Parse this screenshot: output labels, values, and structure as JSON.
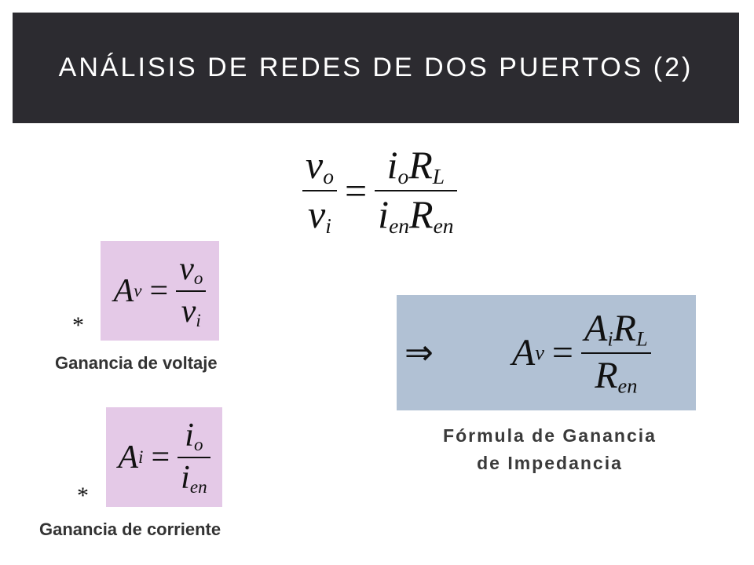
{
  "slide": {
    "title": "ANÁLISIS DE REDES DE DOS PUERTOS (2)",
    "colors": {
      "title_bar": "#2c2b30",
      "pink_box": "#e4c9e7",
      "blue_box": "#b1c1d4"
    }
  },
  "main_equation": {
    "lhs_num": "v",
    "lhs_num_sub": "o",
    "lhs_den": "v",
    "lhs_den_sub": "i",
    "equals": "=",
    "rhs_num_a": "i",
    "rhs_num_a_sub": "o",
    "rhs_num_b": "R",
    "rhs_num_b_sub": "L",
    "rhs_den_a": "i",
    "rhs_den_a_sub": "en",
    "rhs_den_b": "R",
    "rhs_den_b_sub": "en"
  },
  "voltage_gain": {
    "bullet": "*",
    "symbol": "A",
    "symbol_sub": "v",
    "equals": "=",
    "num": "v",
    "num_sub": "o",
    "den": "v",
    "den_sub": "i",
    "label": "Ganancia de voltaje"
  },
  "current_gain": {
    "bullet": "*",
    "symbol": "A",
    "symbol_sub": "i",
    "equals": "=",
    "num": "i",
    "num_sub": "o",
    "den": "i",
    "den_sub": "en",
    "label": "Ganancia de corriente"
  },
  "impedance_gain": {
    "arrow": "⇒",
    "symbol": "A",
    "symbol_sub": "v",
    "equals": "=",
    "num_a": "A",
    "num_a_sub": "i",
    "num_b": "R",
    "num_b_sub": "L",
    "den": "R",
    "den_sub": "en",
    "label_line1": "Fórmula de Ganancia",
    "label_line2": "de Impedancia"
  }
}
